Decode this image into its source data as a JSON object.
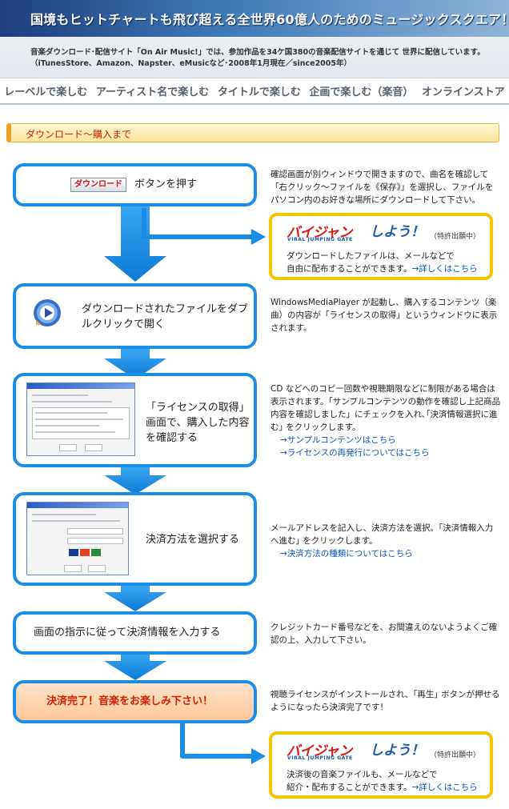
{
  "header": {
    "banner": "国境もヒットチャートも飛び超える全世界60億人のためのミュージックスクエア！",
    "intro": "音楽ダウンロード･配信サイト「On Air Music!」では、参加作品を34ケ国380の音楽配信サイトを通じて 世界に配信しています。（iTunesStore、Amazon、Napster、eMusicなど･2008年1月現在／since2005年）"
  },
  "nav": {
    "items": [
      "レーベルで楽しむ",
      "アーティスト名で楽しむ",
      "タイトルで楽しむ",
      "企画で楽しむ（楽音）",
      "オンラインストア"
    ]
  },
  "section": {
    "title": "ダウンロード～購入まで"
  },
  "steps": [
    {
      "button_image_label": "ダウンロード",
      "label": "ボタンを押す",
      "desc": "確認画面が別ウィンドウで開きますので、曲名を確認して「右クリック～ファイルを《保存》」を選択し、ファイルをパソコン内のお好きな場所にダウンロードして下さい。"
    },
    {
      "label": "ダウンロードされたファイルをダブルクリックで開く",
      "desc": "WindowsMediaPlayer が起動し、購入するコンテンツ（楽曲）の内容が「ライセンスの取得」というウィンドウに表示されます。"
    },
    {
      "label": "「ライセンスの取得」画面で、購入した内容を確認する",
      "desc": "CD などへのコピー回数や視聴期限などに制限がある場合は表示されます。「サンプルコンテンツの動作を確認し上記商品内容を確認しました」にチェックを入れ､｢決済情報選択に進む｣ をクリックします。",
      "links": [
        "→サンプルコンテンツはこちら",
        "→ライセンスの再発行についてはこちら"
      ]
    },
    {
      "label": "決済方法を選択する",
      "desc": "メールアドレスを記入し、決済方法を選択。｢決済情報入力へ進む｣ をクリックします。",
      "links": [
        "→決済方法の種類についてはこちら"
      ]
    },
    {
      "label": "画面の指示に従って決済情報を入力する",
      "desc": "クレジットカード番号などを、お間違えのないようよくご確認の上、入力して下さい。"
    },
    {
      "label": "決済完了！音楽をお楽しみ下さい！",
      "desc": "視聴ライセンスがインストールされ、｢再生｣ ボタンが押せるようになったら決済完了です！"
    }
  ],
  "vijan": {
    "logo_main": "バイジャン",
    "logo_sub": "VIRAL JUMPING GATE",
    "logo_suffix": "しよう！",
    "patent": "（特許出願中）",
    "link": "→詳しくはこちら",
    "callouts": [
      {
        "line1": "ダウンロードしたファイルは、メールなどで",
        "line2": "自由に配布することができます。"
      },
      {
        "line1": "決済後の音楽ファイルも、メールなどで",
        "line2": "紹介・配布することができます。"
      }
    ]
  },
  "colors": {
    "accent": "#1a8ee6",
    "callout_border": "#f5c500",
    "link": "#0a54b8",
    "alert": "#d42000"
  }
}
